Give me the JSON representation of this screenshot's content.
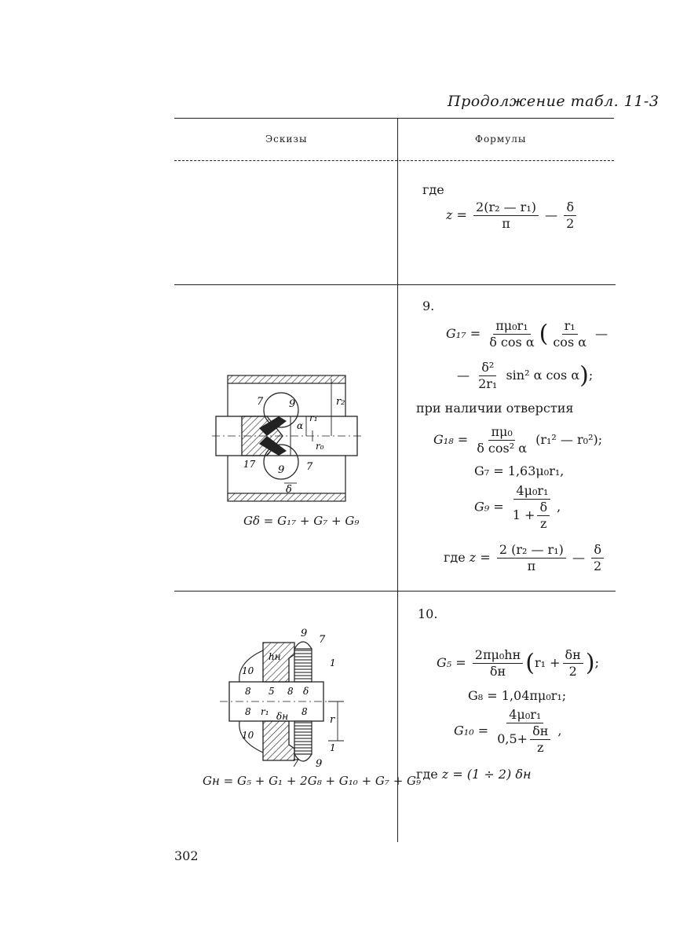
{
  "header": {
    "continuation": "Продолжение табл. 11-3",
    "col_sketch": "Эскизы",
    "col_formulas": "Формулы"
  },
  "row1": {
    "where": "где",
    "z_lhs": "z =",
    "z_num": "2(r₂ — r₁)",
    "z_den": "π",
    "minus": "—",
    "d_num": "δ",
    "d_den": "2"
  },
  "row2": {
    "number": "9.",
    "g17_lhs": "G₁₇ =",
    "g17_num": "πμ₀r₁",
    "g17_den": "δ cos α",
    "g17_in_num": "r₁",
    "g17_in_den": "cos α",
    "g17_tail": "—",
    "g17_l2_lead": "—",
    "g17_l2_num": "δ²",
    "g17_l2_den": "2r₁",
    "g17_l2_rest": "sin² α cos α",
    "g17_l2_end": ";",
    "hole_text": "при наличии отверстия",
    "g18_lhs": "G₁₈ =",
    "g18_num": "πμ₀",
    "g18_den": "δ cos² α",
    "g18_rest": "(r₁² — r₀²);",
    "g7": "G₇ = 1,63μ₀r₁,",
    "g9_lhs": "G₉ =",
    "g9_num": "4μ₀r₁",
    "g9_den_a": "1 +",
    "g9_den_num": "δ",
    "g9_den_den": "z",
    "g9_end": ",",
    "where": "где",
    "z_lhs": "z =",
    "z_num": "2 (r₂ — r₁)",
    "z_den": "π",
    "minus": "—",
    "d_num": "δ",
    "d_den": "2",
    "sketch": {
      "labels": [
        "7",
        "9",
        "r₂",
        "r₁",
        "α",
        "r₀",
        "17",
        "9",
        "7",
        "δ"
      ],
      "caption": "Gδ = G₁₇ + G₇ + G₉"
    }
  },
  "row3": {
    "number": "10.",
    "g5_lhs": "G₅ =",
    "g5_num": "2πμ₀hн",
    "g5_den": "δн",
    "g5_in_a": "r₁ +",
    "g5_in_num": "δн",
    "g5_in_den": "2",
    "g5_end": ";",
    "g8": "G₈ = 1,04πμ₀r₁;",
    "g10_lhs": "G₁₀ =",
    "g10_num": "4μ₀r₁",
    "g10_den_a": "0,5+",
    "g10_den_num": "δн",
    "g10_den_den": "z",
    "g10_end": ",",
    "where": "где",
    "z_expr": "z = (1 ÷ 2) δн",
    "sketch": {
      "labels": [
        "9",
        "7",
        "hн",
        "10",
        "1",
        "8",
        "5",
        "8",
        "δ",
        "8",
        "r₁",
        "δн",
        "8",
        "r",
        "10",
        "1",
        "7",
        "9"
      ],
      "caption": "Gн = G₅ + G₁ + 2G₈ + G₁₀ + G₇ + G₉"
    }
  },
  "page_number": "302"
}
